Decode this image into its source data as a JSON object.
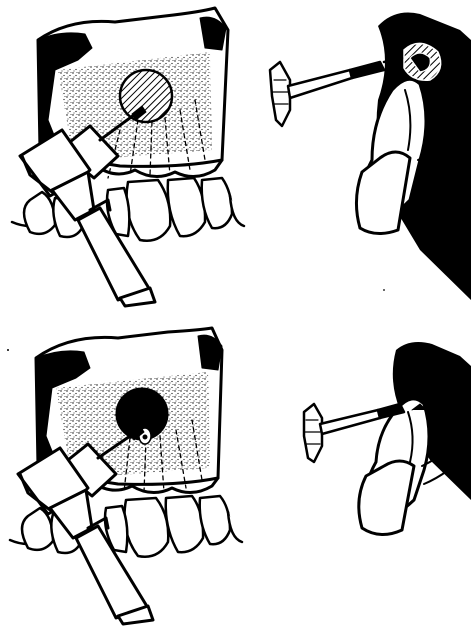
{
  "figure": {
    "panels": [
      {
        "id": "top",
        "stage": "drill-entry",
        "frontal": {
          "icons": [
            "handpiece-icon",
            "bur-icon",
            "hatched-target-circle"
          ]
        },
        "lateral": {
          "icons": [
            "disc-instrument-icon",
            "tooth-cross-section",
            "hatched-palatal-tissue"
          ]
        }
      },
      {
        "id": "bottom",
        "stage": "cavity-prepared",
        "frontal": {
          "icons": [
            "handpiece-icon",
            "bur-icon",
            "dark-cavity-circle"
          ]
        },
        "lateral": {
          "icons": [
            "disc-instrument-icon",
            "tooth-cross-section",
            "dark-palatal-tissue"
          ]
        }
      }
    ],
    "colors": {
      "ink": "#000000",
      "paper": "#ffffff"
    }
  }
}
